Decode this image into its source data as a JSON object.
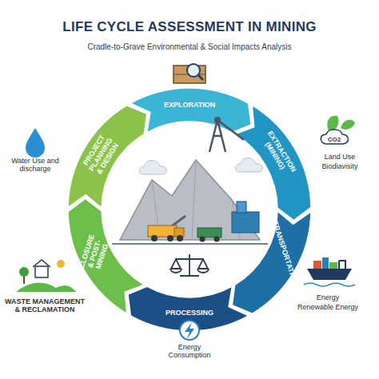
{
  "diagram": {
    "title": "LIFE CYCLE ASSESSMENT IN MINING",
    "caption": "Cradle-to-Grave Environmental & Social Impacts Analysis",
    "nodes": [
      {
        "text": [
          "EXPLORATION"
        ]
      },
      {
        "text": [
          "EXTRACTION (MINING)"
        ]
      },
      {
        "text": [
          "TRANSPORTATION"
        ]
      },
      {
        "text": [
          "PROCESSING"
        ]
      },
      {
        "text": [
          "CLOSURE & POST-MINING"
        ]
      },
      {
        "text": [
          "PROJECT PLANNING & DESIGN"
        ]
      }
    ],
    "labels": [
      "Water Use and discharge",
      "CO2",
      "Land Use",
      "Biodiavisity",
      "WASTE MANAGEMENT & RECLAMATION",
      "Energy",
      "Renewable Energy",
      "Energy Consumption"
    ]
  }
}
